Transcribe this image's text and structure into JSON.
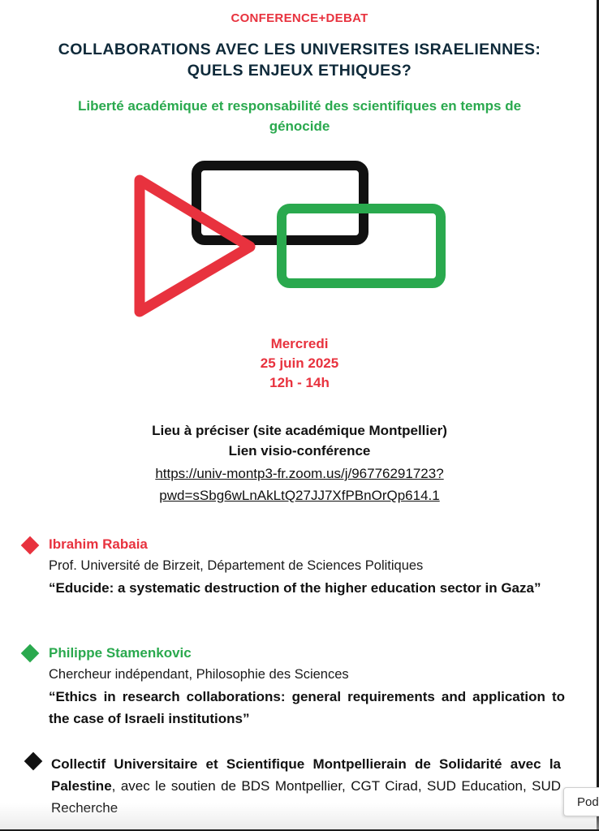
{
  "header": {
    "kicker": "CONFERENCE+DEBAT",
    "title_line1": "COLLABORATIONS AVEC LES UNIVERSITES ISRAELIENNES:",
    "title_line2": "QUELS ENJEUX ETHIQUES?",
    "subtitle_line1": "Liberté académique et responsabilité des scientifiques en temps de",
    "subtitle_line2": "génocide"
  },
  "logo": {
    "triangle_color": "#e8323e",
    "black_rect_color": "#111111",
    "green_rect_color": "#2aa94e"
  },
  "event": {
    "day": "Mercredi",
    "date": "25 juin 2025",
    "time": "12h - 14h",
    "place": "Lieu à préciser (site académique Montpellier)",
    "visio_label": "Lien visio-conférence",
    "link_line1": "https://univ-montp3-fr.zoom.us/j/96776291723?",
    "link_line2": "pwd=sSbg6wLnAkLtQ27JJ7XfPBnOrQp614.1"
  },
  "speakers": [
    {
      "name": "Ibrahim Rabaia",
      "affiliation": "Prof. Université de Birzeit, Département de Sciences Politiques",
      "talk": "“Educide: a systematic destruction of the higher education sector in Gaza”",
      "color": "#e8323e"
    },
    {
      "name": "Philippe Stamenkovic",
      "affiliation": "Chercheur indépendant, Philosophie des Sciences",
      "talk": "“Ethics in research collaborations: general requirements and application to the case of Israeli institutions”",
      "color": "#2aa94e"
    }
  ],
  "organizer": {
    "bold_text": "Collectif Universitaire et Scientifique Montpellierain de Solidarité avec la Palestine",
    "rest_text": ", avec le soutien de BDS Montpellier, CGT Cirad, SUD Education, SUD Recherche",
    "color": "#111111"
  },
  "overlay": {
    "button_label": "Pod"
  }
}
